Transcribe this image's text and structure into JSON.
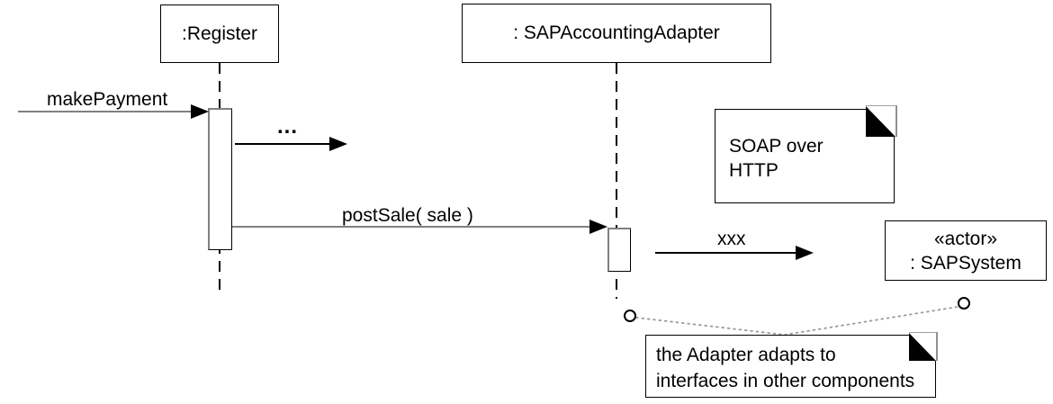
{
  "diagram": {
    "type": "uml-sequence-diagram",
    "lifelines": [
      {
        "id": "register",
        "label": ":Register"
      },
      {
        "id": "sap-accounting-adapter",
        "label": ": SAPAccountingAdapter"
      }
    ],
    "actor": {
      "stereotype": "«actor»",
      "name": ": SAPSystem"
    },
    "messages": [
      {
        "id": "make-payment",
        "label": "makePayment"
      },
      {
        "id": "ellipsis",
        "label": "..."
      },
      {
        "id": "post-sale",
        "label": "postSale( sale )"
      },
      {
        "id": "xxx",
        "label": "xxx"
      }
    ],
    "notes": [
      {
        "id": "soap-note",
        "lines": [
          "SOAP over",
          "HTTP"
        ]
      },
      {
        "id": "adapter-note",
        "lines": [
          "the Adapter adapts to",
          "interfaces in other components"
        ]
      }
    ],
    "colors": {
      "message_line_gray": "#808080",
      "outline_black": "#000000",
      "connector_dotted_gray": "#999999",
      "note_fold_fill": "#000000",
      "background": "#ffffff"
    }
  }
}
